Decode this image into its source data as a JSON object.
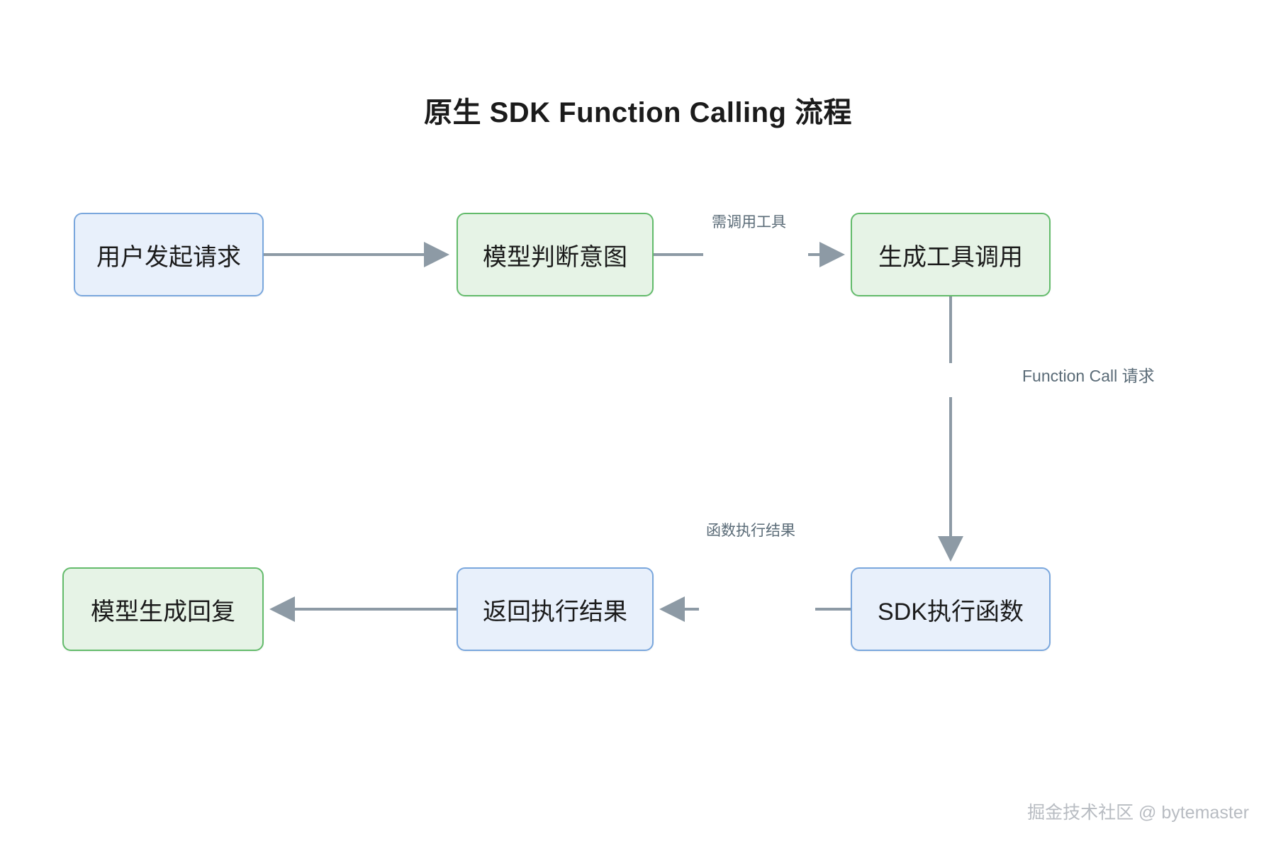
{
  "diagram": {
    "title": "原生 SDK Function Calling 流程",
    "type": "flowchart",
    "background": "#ffffff",
    "colors": {
      "blue_fill": "#e8f0fb",
      "blue_stroke": "#7aa7dd",
      "green_fill": "#e6f3e6",
      "green_stroke": "#63bb6b",
      "edge_stroke": "#8d9aa5",
      "label_text": "#5a6b77",
      "node_text": "#1b1b1b",
      "watermark_text": "#b8bcc2"
    },
    "nodes": [
      {
        "id": "user-request",
        "label": "用户发起请求",
        "style": "blue"
      },
      {
        "id": "model-intent",
        "label": "模型判断意图",
        "style": "green"
      },
      {
        "id": "gen-tool-call",
        "label": "生成工具调用",
        "style": "green"
      },
      {
        "id": "sdk-exec",
        "label": "SDK执行函数",
        "style": "blue"
      },
      {
        "id": "return-result",
        "label": "返回执行结果",
        "style": "blue"
      },
      {
        "id": "model-reply",
        "label": "模型生成回复",
        "style": "green"
      }
    ],
    "edges": [
      {
        "from": "user-request",
        "to": "model-intent",
        "label": "",
        "direction": "right"
      },
      {
        "from": "model-intent",
        "to": "gen-tool-call",
        "label": "需调用工具",
        "direction": "right"
      },
      {
        "from": "gen-tool-call",
        "to": "sdk-exec",
        "label": "Function Call 请求",
        "direction": "down"
      },
      {
        "from": "sdk-exec",
        "to": "return-result",
        "label": "函数执行结果",
        "direction": "left"
      },
      {
        "from": "return-result",
        "to": "model-reply",
        "label": "",
        "direction": "left"
      }
    ]
  },
  "watermark": {
    "text": "掘金技术社区 @ bytemaster"
  }
}
